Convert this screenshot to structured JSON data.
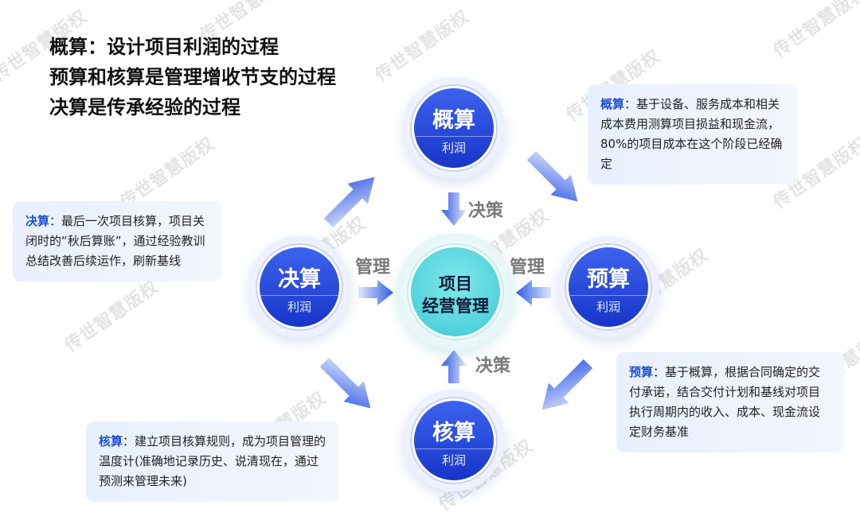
{
  "watermark_text": "传世智慧版权",
  "headline": {
    "line1": "概算：设计项目利润的过程",
    "line2": "预算和核算是管理增收节支的过程",
    "line3": "决算是传承经验的过程"
  },
  "nodes": {
    "gaisuan": {
      "title": "概算",
      "sub": "利润"
    },
    "juesuan": {
      "title": "决算",
      "sub": "利润"
    },
    "yusuan": {
      "title": "预算",
      "sub": "利润"
    },
    "hesuan": {
      "title": "核算",
      "sub": "利润"
    }
  },
  "center": {
    "line1": "项目",
    "line2": "经营管理"
  },
  "labels": {
    "juece_top": "决策",
    "juece_bottom": "决策",
    "guanli_left": "管理",
    "guanli_right": "管理"
  },
  "cards": {
    "gaisuan": {
      "term": "概算",
      "text": "：基于设备、服务成本和相关成本费用测算项目损益和现金流，80%的项目成本在这个阶段已经确定"
    },
    "juesuan": {
      "term": "决算",
      "text": "：最后一次项目核算，项目关闭时的“秋后算账”，通过经验教训总结改善后续运作，刷新基线"
    },
    "yusuan": {
      "term": "预算",
      "text": "：基于概算，根据合同确定的交付承诺，结合交付计划和基线对项目执行周期内的收入、成本、现金流设定财务基准"
    },
    "hesuan": {
      "term": "核算",
      "text": "：建立项目核算规则，成为项目管理的温度计(准确地记录历史、说清现在，通过预测来管理未来)"
    }
  },
  "colors": {
    "node_blue": "#1f3fd6",
    "center_cyan": "#4fd3dc",
    "highlight": "#1d4fd6",
    "arrow_blue": "#2f5be8"
  }
}
